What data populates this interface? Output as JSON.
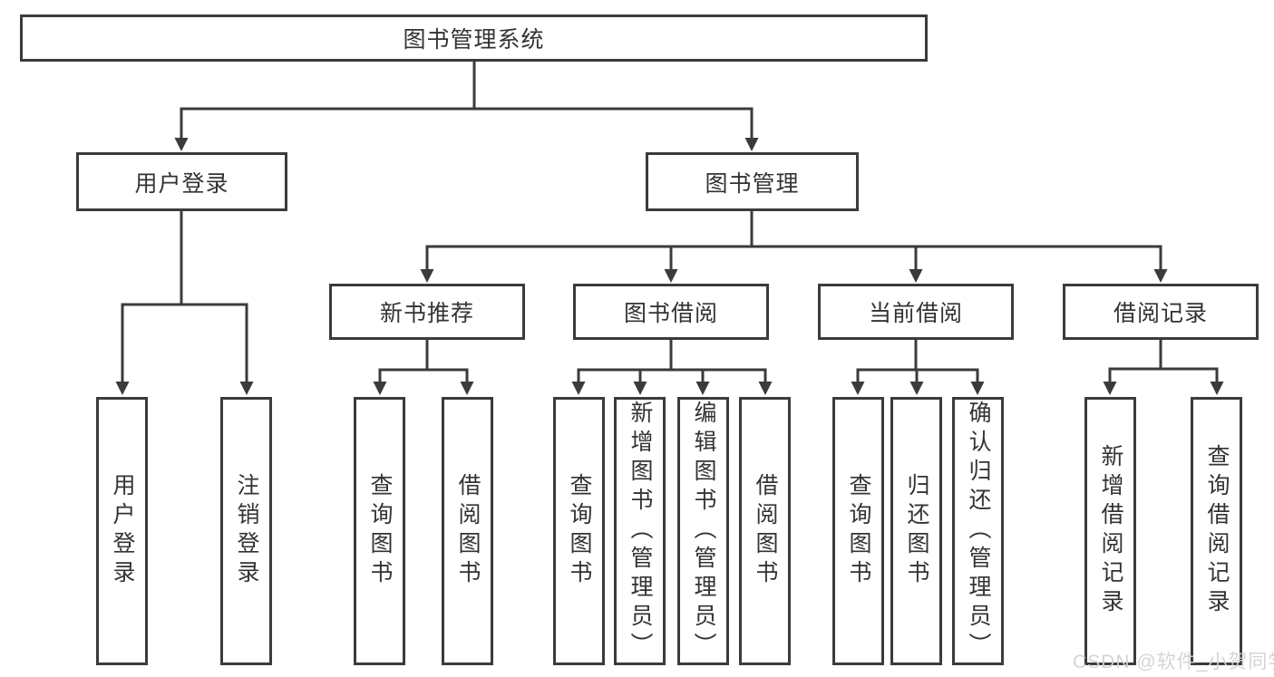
{
  "diagram": {
    "type": "hierarchy-tree",
    "colors": {
      "line": "#3b3b3b",
      "box_border": "#3b3b3b",
      "box_background": "#ffffff",
      "text": "#333333",
      "watermark_text_color": "#d0d3d6"
    },
    "tree": {
      "label": "图书管理系统",
      "children": [
        {
          "label": "用户登录",
          "children": [
            {
              "label": "用户登录"
            },
            {
              "label": "注销登录"
            }
          ]
        },
        {
          "label": "图书管理",
          "children": [
            {
              "label": "新书推荐",
              "children": [
                {
                  "label": "查询图书"
                },
                {
                  "label": "借阅图书"
                }
              ]
            },
            {
              "label": "图书借阅",
              "children": [
                {
                  "label": "查询图书"
                },
                {
                  "label": "新增图书（管理员）"
                },
                {
                  "label": "编辑图书（管理员）"
                },
                {
                  "label": "借阅图书"
                }
              ]
            },
            {
              "label": "当前借阅",
              "children": [
                {
                  "label": "查询图书"
                },
                {
                  "label": "归还图书"
                },
                {
                  "label": "确认归还（管理员）"
                }
              ]
            },
            {
              "label": "借阅记录",
              "children": [
                {
                  "label": "新增借阅记录"
                },
                {
                  "label": "查询借阅记录"
                }
              ]
            }
          ]
        }
      ]
    },
    "watermark": "CSDN @软件_小贺同学"
  }
}
